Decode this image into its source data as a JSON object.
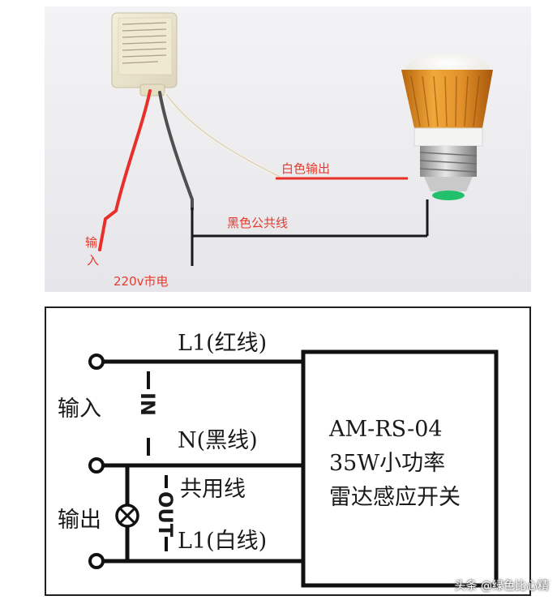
{
  "photo": {
    "label_white_output": "白色输出",
    "label_black_common": "黑色公共线",
    "label_input_1": "输",
    "label_input_2": "入",
    "label_mains": "220v市电"
  },
  "diagram": {
    "label_l1_red": "L1(红线)",
    "label_input": "输入",
    "label_in_vertical": "IN",
    "label_n_black": "N(黑线)",
    "label_common": "共用线",
    "label_output": "输出",
    "label_out_vertical": "OUT",
    "label_l1_white": "L1(白线)",
    "module_model": "AM-RS-04",
    "module_power": "35W小功率",
    "module_desc": "雷达感应开关"
  },
  "watermark": "头条 @绿色比心精",
  "colors": {
    "wire_red": "#e8302a",
    "wire_black": "#1a1a1a",
    "wire_white": "#f4efe4",
    "bulb_gold": "#d98a1e",
    "label_red": "#e53b2e"
  }
}
